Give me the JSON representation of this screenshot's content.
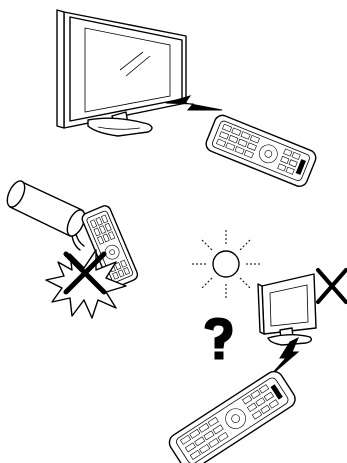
{
  "figure": {
    "panels": [
      {
        "name": "tv-with-remote",
        "icons": [
          "tv-icon",
          "signal-bolt-icon",
          "remote-control-icon"
        ]
      },
      {
        "name": "no-liquid",
        "icons": [
          "cup-icon",
          "remote-control-icon",
          "splash-icon",
          "prohibited-x-icon"
        ]
      },
      {
        "name": "no-sunlight-no-obstacles",
        "icons": [
          "sun-icon",
          "tv-icon",
          "prohibited-x-icon",
          "question-mark-icon",
          "remote-control-icon"
        ]
      }
    ],
    "colors": {
      "ink": "#000000",
      "paper": "#ffffff"
    }
  }
}
